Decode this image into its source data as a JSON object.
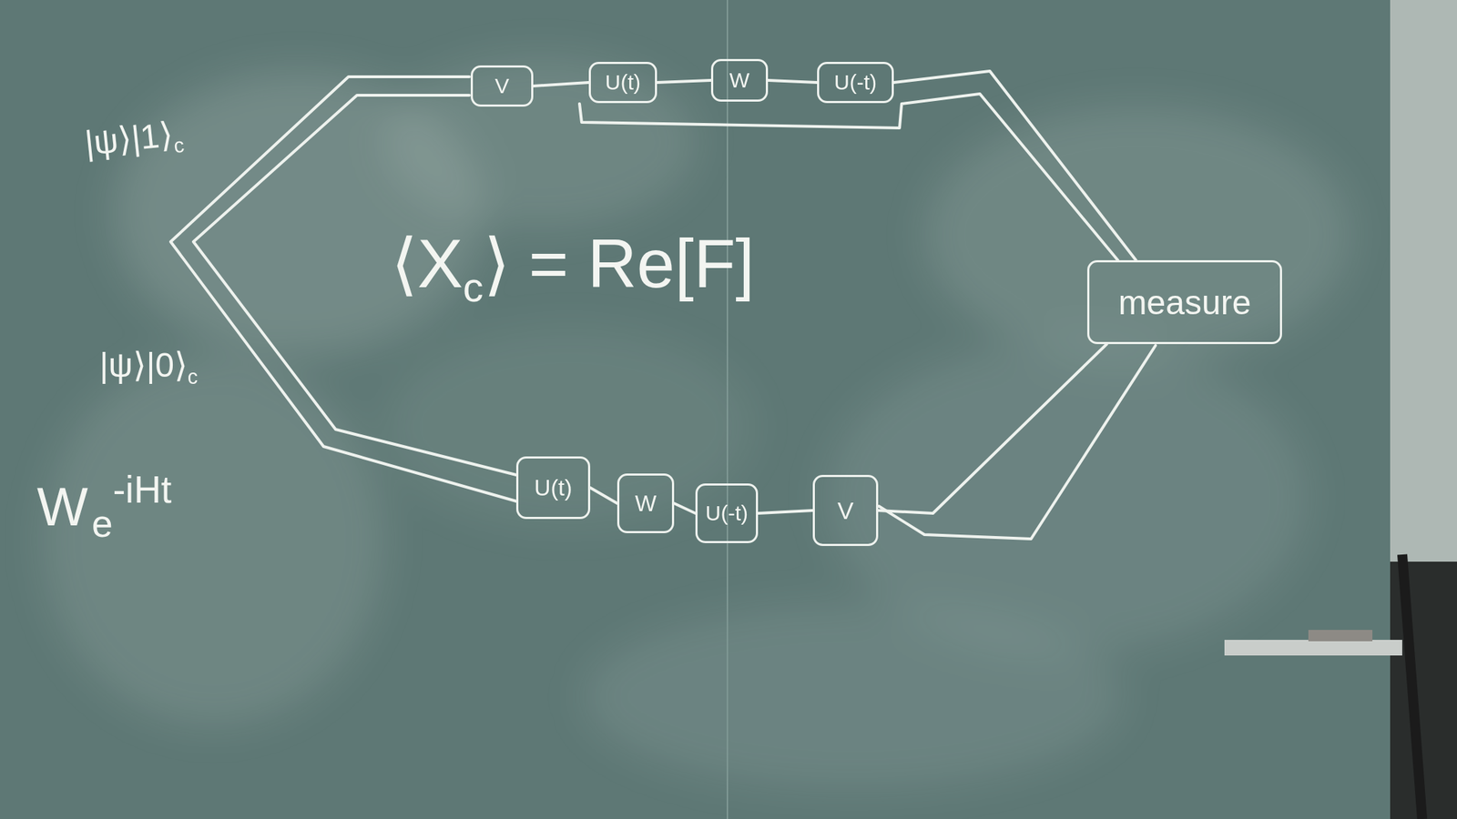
{
  "diagram": {
    "nodes": [
      {
        "text": [
          "V"
        ]
      },
      {
        "text": [
          "U(t)"
        ]
      },
      {
        "text": [
          "W"
        ]
      },
      {
        "text": [
          "U(-t)"
        ]
      },
      {
        "text": [
          "U(t)"
        ]
      },
      {
        "text": [
          "W"
        ]
      },
      {
        "text": [
          "U(-t)"
        ]
      },
      {
        "text": [
          "V"
        ]
      },
      {
        "text": [
          "measure"
        ]
      }
    ],
    "edges": [
      {
        "from": 0,
        "to": 1,
        "arrow": "none"
      },
      {
        "from": 1,
        "to": 2,
        "arrow": "none"
      },
      {
        "from": 2,
        "to": 3,
        "arrow": "none"
      },
      {
        "from": 3,
        "to": 8,
        "arrow": "none"
      },
      {
        "from": 4,
        "to": 5,
        "arrow": "none"
      },
      {
        "from": 5,
        "to": 6,
        "arrow": "none"
      },
      {
        "from": 6,
        "to": 7,
        "arrow": "none"
      },
      {
        "from": 7,
        "to": 8,
        "arrow": "none"
      }
    ],
    "labels": [
      "|ψ⟩|1⟩",
      "c",
      "⟨X",
      "c",
      "⟩ = Re[F]",
      "|ψ⟩|0⟩",
      "c",
      "W",
      "e",
      "-iHt"
    ]
  }
}
